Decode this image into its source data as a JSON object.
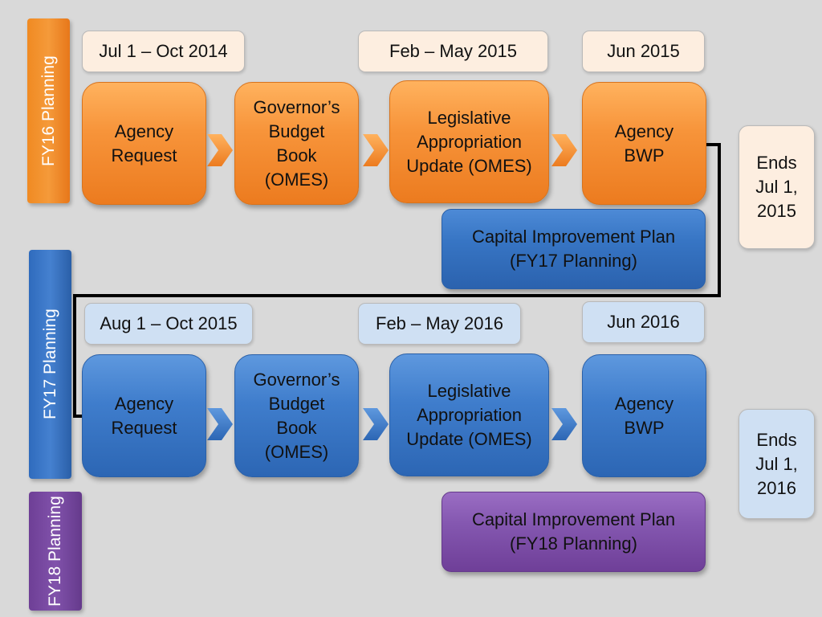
{
  "colors": {
    "orange": "#f7943a",
    "blue": "#3f7dcc",
    "purple": "#8457b0",
    "peach": "#fdeee0",
    "light_blue": "#cfe0f3",
    "connector": "#000000"
  },
  "rows": [
    {
      "side_label": "FY16 Planning",
      "dates": [
        "Jul 1 – Oct 2014",
        "Feb – May 2015",
        "Jun 2015"
      ],
      "steps": [
        "Agency\nRequest",
        "Governor’s\nBudget\nBook\n(OMES)",
        "Legislative\nAppropriation\nUpdate (OMES)",
        "Agency\nBWP"
      ],
      "capital_plan": "Capital Improvement Plan\n(FY17 Planning)",
      "ends": "Ends\nJul 1,\n2015"
    },
    {
      "side_label": "FY17 Planning",
      "dates": [
        "Aug 1 – Oct 2015",
        "Feb – May 2016",
        "Jun 2016"
      ],
      "steps": [
        "Agency\nRequest",
        "Governor’s\nBudget\nBook\n(OMES)",
        "Legislative\nAppropriation\nUpdate (OMES)",
        "Agency\nBWP"
      ],
      "capital_plan": "Capital Improvement Plan\n(FY18 Planning)",
      "ends": "Ends\nJul 1,\n2016"
    }
  ],
  "fy18_label": "FY18\nPlanning",
  "icons": {
    "step_arrow": "chevron-right-icon",
    "flow_connector": "elbow-connector"
  }
}
